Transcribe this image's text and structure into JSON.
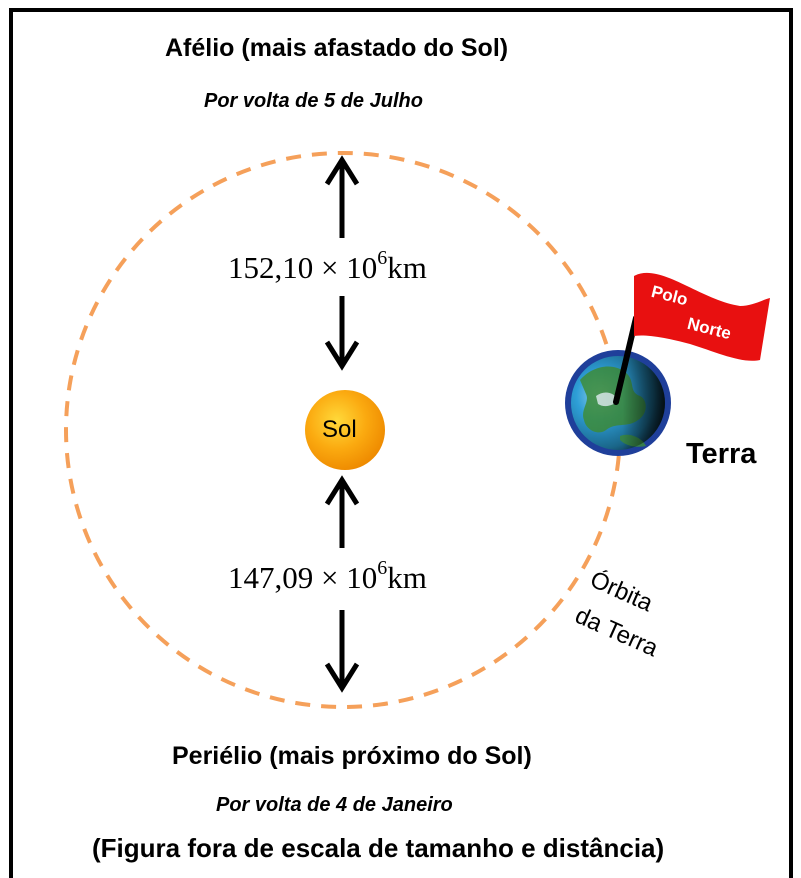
{
  "aphelion": {
    "title": "Afélio (mais afastado do Sol)",
    "date": "Por volta de 5 de Julho",
    "distance_value": "152,10 × 10",
    "distance_exp": "6",
    "distance_unit": "km"
  },
  "perihelion": {
    "title": "Periélio (mais próximo do Sol)",
    "date": "Por volta de 4 de Janeiro",
    "distance_value": "147,09 × 10",
    "distance_exp": "6",
    "distance_unit": "km"
  },
  "sun": {
    "label": "Sol"
  },
  "earth": {
    "label": "Terra"
  },
  "flag": {
    "line1": "Polo",
    "line2": "Norte"
  },
  "orbit": {
    "line1": "Órbita",
    "line2": "da Terra"
  },
  "footer_note": "(Figura fora de escala de tamanho e distância)",
  "colors": {
    "orbit": "#F5A05A",
    "sun": "#F7A000",
    "flag": "#E81010",
    "earth_ocean": "#2E9FD8",
    "earth_rim": "#1F3F9A"
  }
}
